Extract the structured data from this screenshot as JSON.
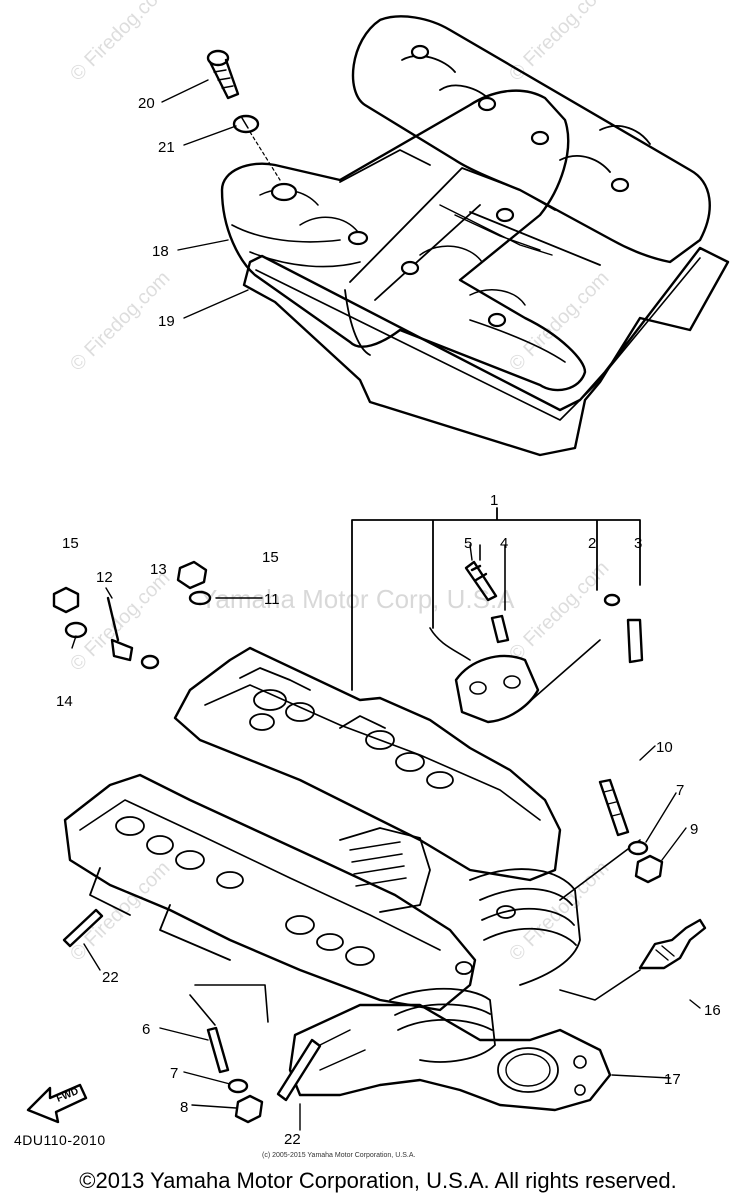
{
  "diagram": {
    "part_code": "4DU110-2010",
    "copyright": "©2013 Yamaha Motor Corporation, U.S.A. All rights reserved.",
    "small_copyright": "(c) 2005-2015 Yamaha Motor Corporation, U.S.A.",
    "watermark_site": "© Firedog.com",
    "watermark_corp": "Yamaha Motor Corp, U.S.A",
    "fwd_label": "FWD",
    "callouts": {
      "c1": "1",
      "c2": "2",
      "c3": "3",
      "c4": "4",
      "c5": "5",
      "c6": "6",
      "c7a": "7",
      "c7b": "7",
      "c8": "8",
      "c9": "9",
      "c10": "10",
      "c11": "11",
      "c12": "12",
      "c13": "13",
      "c14": "14",
      "c15a": "15",
      "c15b": "15",
      "c16": "16",
      "c17": "17",
      "c18": "18",
      "c19": "19",
      "c20": "20",
      "c21": "21",
      "c22a": "22",
      "c22b": "22"
    }
  }
}
